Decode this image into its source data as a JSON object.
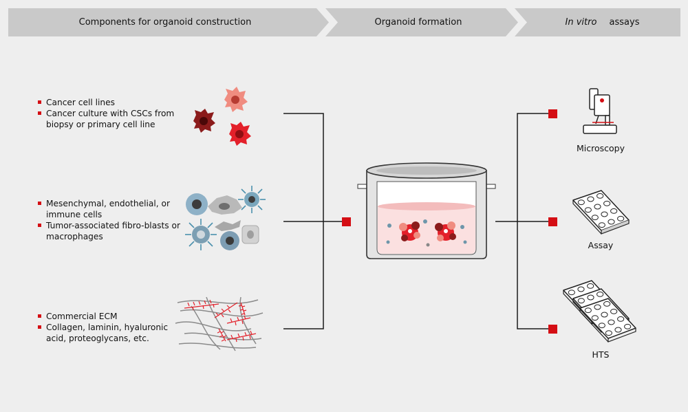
{
  "stages": {
    "components": "Components for organoid construction",
    "formation": "Organoid formation",
    "assays_italic": "In vitro",
    "assays_rest": " assays"
  },
  "groups": [
    {
      "items": [
        "Cancer cell lines",
        "Cancer culture with CSCs from biopsy or primary cell line"
      ]
    },
    {
      "items": [
        "Mesenchymal, endothelial, or immune cells",
        "Tumor-associated fibro-blasts or macrophages"
      ]
    },
    {
      "items": [
        "Commercial ECM",
        "Collagen, laminin, hyaluronic acid, proteoglycans, etc."
      ]
    }
  ],
  "assays": {
    "microscopy": "Microscopy",
    "assay": "Assay",
    "hts": "HTS"
  },
  "colors": {
    "accent": "#d40e14",
    "header_bg": "#c9c9c9",
    "background": "#eeeeee",
    "line": "#1a1a1a"
  }
}
